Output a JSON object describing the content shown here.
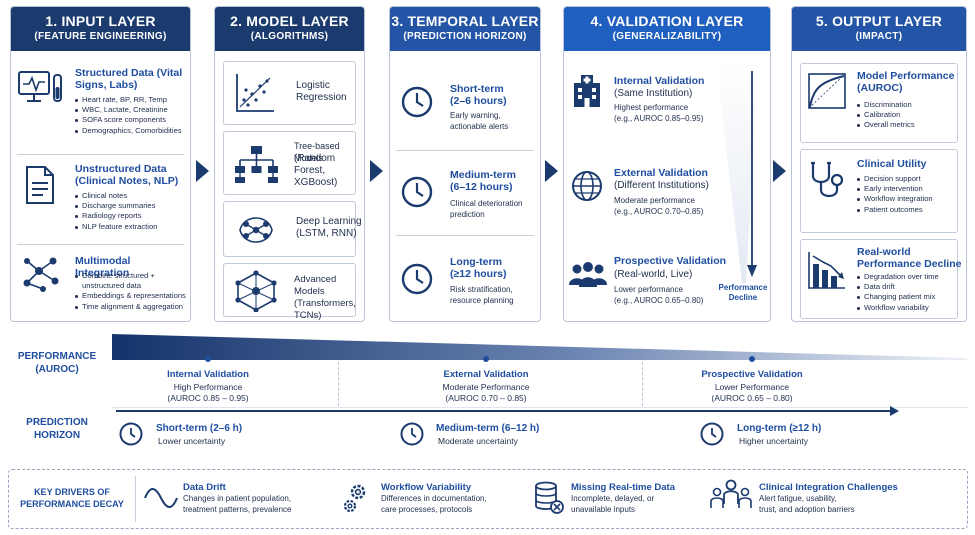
{
  "columns": [
    {
      "title": "1. INPUT LAYER",
      "subtitle": "(FEATURE ENGINEERING)",
      "sections": [
        {
          "heading": "Structured Data (Vital Signs, Labs)",
          "bullets": [
            "Heart rate, BP, RR, Temp",
            "WBC, Lactate, Creatinine",
            "SOFA score components",
            "Demographics, Comorbidities"
          ]
        },
        {
          "heading": "Unstructured Data (Clinical Notes, NLP)",
          "bullets": [
            "Clinical notes",
            "Discharge summaries",
            "Radiology reports",
            "NLP feature extraction"
          ]
        },
        {
          "heading": "Multimodal Integration",
          "bullets": [
            "Combine structured + unstructured data",
            "Embeddings & representations",
            "Time alignment & aggregation"
          ]
        }
      ]
    },
    {
      "title": "2. MODEL LAYER",
      "subtitle": "(ALGORITHMS)",
      "cards": [
        {
          "label": "Logistic Regression"
        },
        {
          "label": "Tree-based Models",
          "detail": "(Random Forest, XGBoost)"
        },
        {
          "label": "Deep Learning (LSTM, RNN)"
        },
        {
          "label": "Advanced Models (Transformers, TCNs)"
        }
      ]
    },
    {
      "title": "3. TEMPORAL LAYER",
      "subtitle": "(PREDICTION HORIZON)",
      "sections": [
        {
          "heading": "Short-term",
          "range": "(2–6 hours)",
          "desc": "Early warning, actionable alerts"
        },
        {
          "heading": "Medium-term",
          "range": "(6–12 hours)",
          "desc": "Clinical deterioration prediction"
        },
        {
          "heading": "Long-term",
          "range": "(≥12 hours)",
          "desc": "Risk stratification, resource planning"
        }
      ]
    },
    {
      "title": "4. VALIDATION LAYER",
      "subtitle": "(GENERALIZABILITY)",
      "sections": [
        {
          "heading": "Internal Validation",
          "sub": "(Same Institution)",
          "desc1": "Highest performance",
          "desc2": "(e.g., AUROC 0.85–0.95)"
        },
        {
          "heading": "External Validation",
          "sub": "(Different Institutions)",
          "desc1": "Moderate performance",
          "desc2": "(e.g., AUROC 0.70–0.85)"
        },
        {
          "heading": "Prospective Validation",
          "sub": "(Real-world, Live)",
          "desc1": "Lower performance",
          "desc2": "(e.g., AUROC 0.65–0.80)"
        }
      ],
      "decline_label": "Performance Decline"
    },
    {
      "title": "5. OUTPUT LAYER",
      "subtitle": "(IMPACT)",
      "sections": [
        {
          "heading": "Model Performance (AUROC)",
          "bullets": [
            "Discrimination",
            "Calibration",
            "Overall metrics"
          ]
        },
        {
          "heading": "Clinical Utility",
          "bullets": [
            "Decision support",
            "Early intervention",
            "Workflow integration",
            "Patient outcomes"
          ]
        },
        {
          "heading": "Real-world Performance Decline",
          "bullets": [
            "Degradation over time",
            "Data drift",
            "Changing patient mix",
            "Workflow variability"
          ]
        }
      ]
    }
  ],
  "performance": {
    "label1": "PERFORMANCE",
    "label2": "(AUROC)",
    "points": [
      {
        "title": "Internal Validation",
        "level": "High Performance",
        "range": "(AUROC 0.85 – 0.95)"
      },
      {
        "title": "External Validation",
        "level": "Moderate Performance",
        "range": "(AUROC 0.70 – 0.85)"
      },
      {
        "title": "Prospective Validation",
        "level": "Lower Performance",
        "range": "(AUROC 0.65 – 0.80)"
      }
    ]
  },
  "horizon": {
    "label1": "PREDICTION",
    "label2": "HORIZON",
    "points": [
      {
        "title": "Short-term (2–6 h)",
        "desc": "Lower uncertainty"
      },
      {
        "title": "Medium-term (6–12 h)",
        "desc": "Moderate uncertainty"
      },
      {
        "title": "Long-term (≥12 h)",
        "desc": "Higher uncertainty"
      }
    ]
  },
  "drivers": {
    "label1": "KEY DRIVERS OF",
    "label2": "PERFORMANCE DECAY",
    "items": [
      {
        "title": "Data Drift",
        "line1": "Changes in patient population,",
        "line2": "treatment patterns, prevalence"
      },
      {
        "title": "Workflow Variability",
        "line1": "Differences in documentation,",
        "line2": "care processes, protocols"
      },
      {
        "title": "Missing Real-time Data",
        "line1": "Incomplete, delayed, or",
        "line2": "unavailable inputs"
      },
      {
        "title": "Clinical Integration Challenges",
        "line1": "Alert fatigue, usability,",
        "line2": "trust, and adoption barriers"
      }
    ]
  },
  "colors": {
    "navy": "#1b3a6e",
    "blue": "#1f4ea0",
    "bright": "#1f5fbf"
  }
}
